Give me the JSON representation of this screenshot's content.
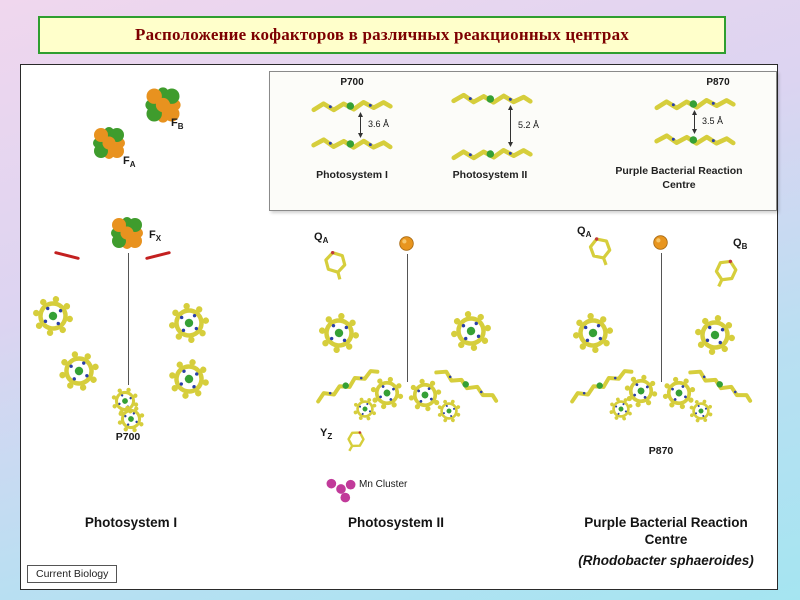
{
  "title": "Расположение кофакторов в различных реакционных центрах",
  "inset": {
    "p700": "P700",
    "p870": "P870",
    "distances": [
      "3.6 Å",
      "5.2 Å",
      "3.5 Å"
    ],
    "captions": [
      "Photosystem I",
      "Photosystem II",
      "Purple Bacterial Reaction",
      "Centre"
    ]
  },
  "ps1": {
    "fb_main": "F",
    "fb_sub": "B",
    "fa_main": "F",
    "fa_sub": "A",
    "fx_main": "F",
    "fx_sub": "X",
    "p700": "P700",
    "caption": "Photosystem I"
  },
  "ps2": {
    "qa_main": "Q",
    "qa_sub": "A",
    "yz_main": "Y",
    "yz_sub": "Z",
    "mn_cluster": "Mn Cluster",
    "caption": "Photosystem II"
  },
  "pbrc": {
    "qa_main": "Q",
    "qa_sub": "A",
    "qb_main": "Q",
    "qb_sub": "B",
    "p870": "P870",
    "caption_1": "Purple Bacterial Reaction",
    "caption_2": "Centre",
    "caption_3": "(Rhodobacter sphaeroides)"
  },
  "footer": {
    "journal": "Current Biology"
  },
  "colors": {
    "chlorophyll_yellow": "#d6ce3c",
    "magnesium_green": "#35a035",
    "nitrogen_blue": "#2a3fa8",
    "iron_orange": "#e8921f",
    "sulfur_green": "#3f9c2d",
    "manganese_magenta": "#c13a9a",
    "accent_red": "#c32020",
    "title_text": "#7d0000",
    "banner_bg": "#ffffcb",
    "banner_border": "#2f9e2f"
  }
}
